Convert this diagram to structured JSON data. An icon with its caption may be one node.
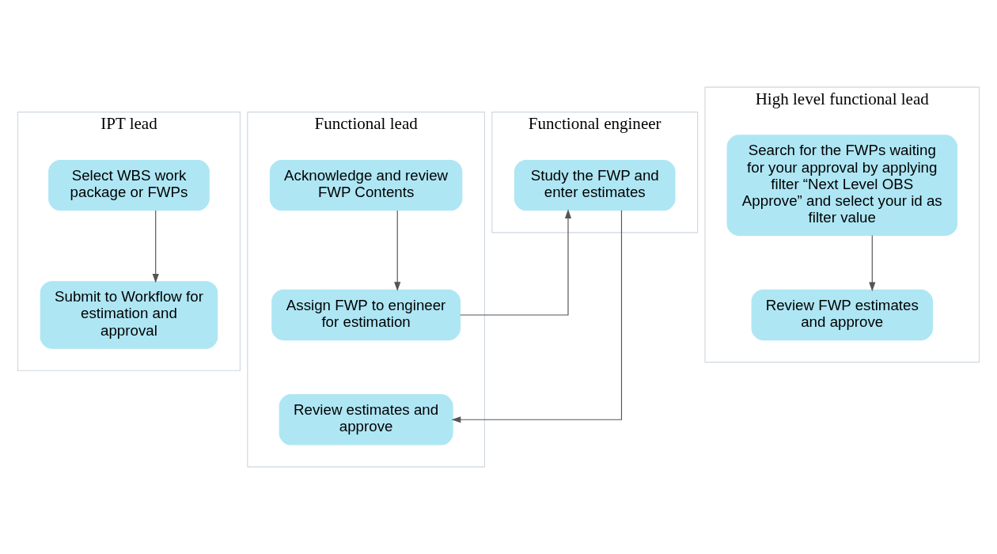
{
  "diagram": {
    "nodes": [
      {
        "text": [
          "IPT lead"
        ]
      },
      {
        "text": [
          "Select WBS work package or FWPs"
        ],
        "in": 0
      },
      {
        "text": [
          "Submit to Workflow for estimation and approval"
        ],
        "in": 0
      },
      {
        "text": [
          "Functional lead"
        ]
      },
      {
        "text": [
          "Acknowledge and review FWP Contents"
        ],
        "in": 3
      },
      {
        "text": [
          "Assign FWP to engineer for estimation"
        ],
        "in": 3
      },
      {
        "text": [
          "Review estimates and approve"
        ],
        "in": 3
      },
      {
        "text": [
          "Functional engineer"
        ]
      },
      {
        "text": [
          "Study the FWP and enter estimates"
        ],
        "in": 7
      },
      {
        "text": [
          "High level functional lead"
        ]
      },
      {
        "text": [
          "Search for the FWPs waiting for your approval by applying filter “Next Level OBS Approve” and select your id as filter value"
        ],
        "in": 9
      },
      {
        "text": [
          "Review FWP estimates and approve"
        ],
        "in": 9
      }
    ],
    "edges": [
      {
        "from": 1,
        "to": 2,
        "arrow": "to"
      },
      {
        "from": 4,
        "to": 5,
        "arrow": "to"
      },
      {
        "from": 5,
        "to": 8,
        "arrow": "to"
      },
      {
        "from": 8,
        "to": 6,
        "arrow": "to"
      },
      {
        "from": 10,
        "to": 11,
        "arrow": "to"
      }
    ]
  }
}
